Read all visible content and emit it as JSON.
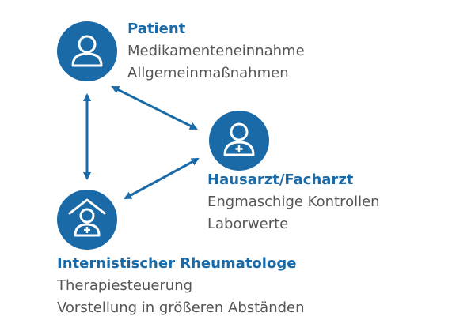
{
  "accent_color": "#1a6aa8",
  "text_color": "#555555",
  "nodes": {
    "patient": {
      "title": "Patient",
      "lines": [
        "Medikamenteneinnahme",
        "Allgemeinmaßnahmen"
      ],
      "icon": "person-icon"
    },
    "hausarzt": {
      "title": "Hausarzt/Facharzt",
      "lines": [
        "Engmaschige Kontrollen",
        "Laborwerte"
      ],
      "icon": "doctor-icon"
    },
    "rheumatologe": {
      "title": "Internistischer Rheumatologe",
      "lines": [
        "Therapiesteuerung",
        "Vorstellung in größeren Abständen"
      ],
      "icon": "doctor-house-icon"
    }
  }
}
